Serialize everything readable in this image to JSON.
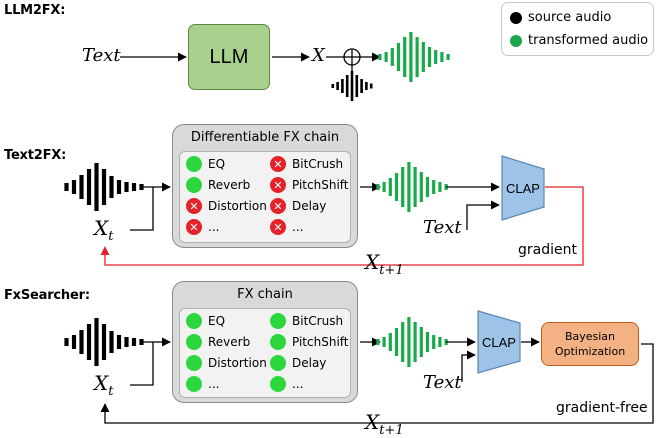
{
  "colors": {
    "source_audio": "#000000",
    "transformed_audio": "#1aa84a",
    "enabled_fx": "#2bd73d",
    "disabled_fx": "#e4222a",
    "llm_box": "#a9d18e",
    "clap_box": "#9dc3e6",
    "bayesian_box": "#f4b183",
    "gradient_arrow": "#e4222a"
  },
  "legend": {
    "source_label": "source audio",
    "transformed_label": "transformed audio"
  },
  "llm2fx": {
    "title": "LLM2FX:",
    "text_input": "Text",
    "model_label": "LLM",
    "output_var": "X"
  },
  "text2fx": {
    "title": "Text2FX:",
    "chain_title": "Differentiable FX chain",
    "fx": [
      {
        "label": "EQ",
        "enabled": true
      },
      {
        "label": "BitCrush",
        "enabled": false
      },
      {
        "label": "Reverb",
        "enabled": true
      },
      {
        "label": "PitchShift",
        "enabled": false
      },
      {
        "label": "Distortion",
        "enabled": false
      },
      {
        "label": "Delay",
        "enabled": false
      },
      {
        "label": "...",
        "enabled": false
      },
      {
        "label": "...",
        "enabled": false
      }
    ],
    "input_var_base": "X",
    "input_var_sub": "t",
    "text_input": "Text",
    "encoder_label": "CLAP",
    "feedback_label": "gradient",
    "next_var_base": "X",
    "next_var_sub": "t+1"
  },
  "fxsearcher": {
    "title": "FxSearcher:",
    "chain_title": "FX chain",
    "fx": [
      {
        "label": "EQ",
        "enabled": true
      },
      {
        "label": "BitCrush",
        "enabled": true
      },
      {
        "label": "Reverb",
        "enabled": true
      },
      {
        "label": "PitchShift",
        "enabled": true
      },
      {
        "label": "Distortion",
        "enabled": true
      },
      {
        "label": "Delay",
        "enabled": true
      },
      {
        "label": "...",
        "enabled": true
      },
      {
        "label": "...",
        "enabled": true
      }
    ],
    "input_var_base": "X",
    "input_var_sub": "t",
    "text_input": "Text",
    "encoder_label": "CLAP",
    "optimizer_line1": "Bayesian",
    "optimizer_line2": "Optimization",
    "feedback_label": "gradient-free",
    "next_var_base": "X",
    "next_var_sub": "t+1"
  }
}
